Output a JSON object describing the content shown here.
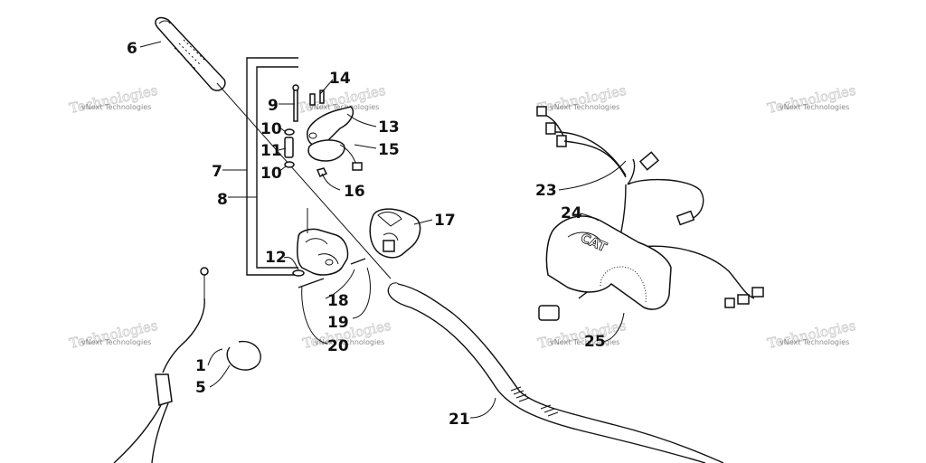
{
  "callouts": [
    {
      "id": "p1",
      "label": "1"
    },
    {
      "id": "p5",
      "label": "5"
    },
    {
      "id": "p6",
      "label": "6"
    },
    {
      "id": "p7",
      "label": "7"
    },
    {
      "id": "p8",
      "label": "8"
    },
    {
      "id": "p9",
      "label": "9"
    },
    {
      "id": "p10a",
      "label": "10"
    },
    {
      "id": "p10b",
      "label": "10"
    },
    {
      "id": "p11",
      "label": "11"
    },
    {
      "id": "p12",
      "label": "12"
    },
    {
      "id": "p13",
      "label": "13"
    },
    {
      "id": "p14",
      "label": "14"
    },
    {
      "id": "p15",
      "label": "15"
    },
    {
      "id": "p16",
      "label": "16"
    },
    {
      "id": "p17",
      "label": "17"
    },
    {
      "id": "p18",
      "label": "18"
    },
    {
      "id": "p19",
      "label": "19"
    },
    {
      "id": "p20",
      "label": "20"
    },
    {
      "id": "p21",
      "label": "21"
    },
    {
      "id": "p23",
      "label": "23"
    },
    {
      "id": "p24",
      "label": "24"
    },
    {
      "id": "p25",
      "label": "25"
    }
  ],
  "watermark": {
    "text": "vNext Technologies",
    "logo_text": "Technologies"
  },
  "pad_logo": "CAT"
}
